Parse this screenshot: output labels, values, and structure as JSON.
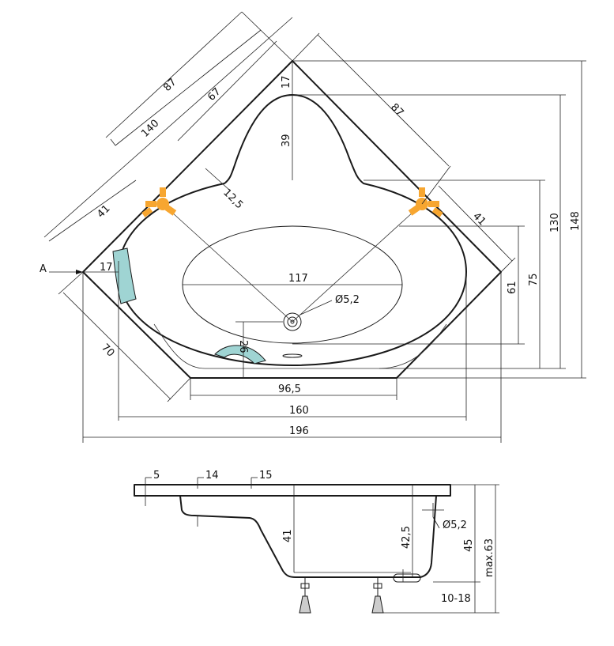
{
  "top_view": {
    "view_marker": "A",
    "dims": {
      "diag_outer_top_left": "87",
      "diag_overall_top_left": "140",
      "diag_inner_top_left": "67",
      "diag_top_right": "87",
      "head_depth": "17",
      "head_length": "39",
      "rim_width": "12,5",
      "tap_left": "41",
      "tap_right": "41",
      "side_rim": "17",
      "basin_width": "117",
      "drain_diameter": "Ø5,2",
      "drain_offset": "26",
      "lower_left_side": "70",
      "front_edge": "96,5",
      "inner_width": "160",
      "overall_width": "196",
      "inner_depth_61": "61",
      "inner_depth_75": "75",
      "depth_130": "130",
      "depth_148": "148"
    }
  },
  "side_view": {
    "dims": {
      "rim_5": "5",
      "rim_14": "14",
      "rim_15": "15",
      "depth_41": "41",
      "depth_42_5": "42,5",
      "overflow_diameter": "Ø5,2",
      "height_45": "45",
      "max_height": "max.63",
      "leg_range": "10-18"
    }
  },
  "colors": {
    "tap": "#f7a630",
    "pillow": "#9fd4d3",
    "line": "#1a1a1a"
  }
}
